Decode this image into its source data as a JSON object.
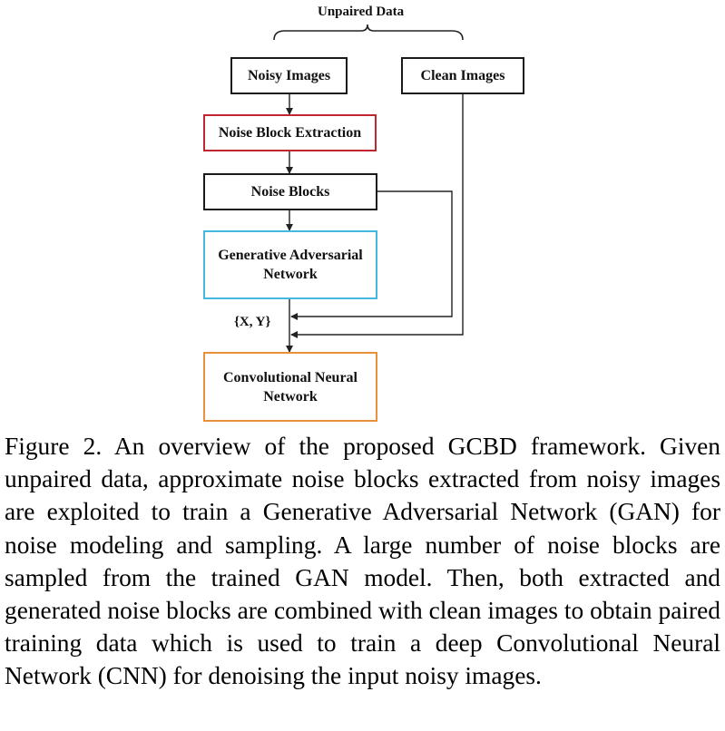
{
  "figure": {
    "top_label": "Unpaired Data",
    "boxes": {
      "noisy_images": "Noisy Images",
      "clean_images": "Clean Images",
      "noise_block_extraction": "Noise Block Extraction",
      "noise_blocks": "Noise Blocks",
      "gan": "Generative Adversarial Network",
      "cnn": "Convolutional Neural Network"
    },
    "pair_label": "{X, Y}",
    "colors": {
      "extraction_border": "#c0262d",
      "gan_border": "#45b8e0",
      "cnn_border": "#e8913c",
      "default_border": "#1a1a1a"
    }
  },
  "caption": "Figure 2. An overview of the proposed GCBD framework. Given unpaired data, approximate noise blocks extracted from noisy images are exploited to train a Generative Adversarial Network (GAN) for noise modeling and sampling. A large number of noise blocks are sampled from the trained GAN model. Then, both ex­tracted and generated noise blocks are combined with clean im­ages to obtain paired training data which is used to train a deep Convolutional Neural Network (CNN) for denoising the input noisy images."
}
